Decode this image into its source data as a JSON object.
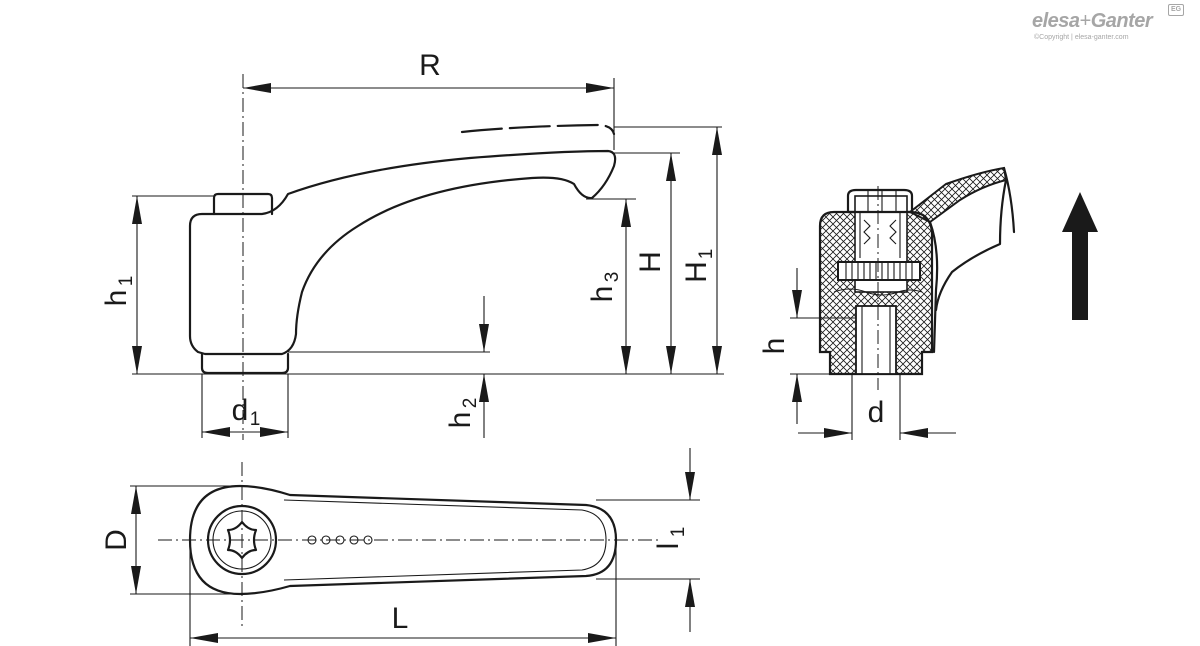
{
  "logo": {
    "brand_left": "elesa",
    "plus": "+",
    "brand_right": "Ganter",
    "copyright": "©Copyright | elesa-ganter.com",
    "badge": "EG"
  },
  "labels": {
    "R": "R",
    "H": "H",
    "H1": {
      "main": "H",
      "sub": "1"
    },
    "h1": {
      "main": "h",
      "sub": "1"
    },
    "h2": {
      "main": "h",
      "sub": "2"
    },
    "h3": {
      "main": "h",
      "sub": "3"
    },
    "d1": {
      "main": "d",
      "sub": "1"
    },
    "h": "h",
    "d": "d",
    "D": "D",
    "L": "L",
    "l1": {
      "main": "l",
      "sub": "1"
    }
  }
}
